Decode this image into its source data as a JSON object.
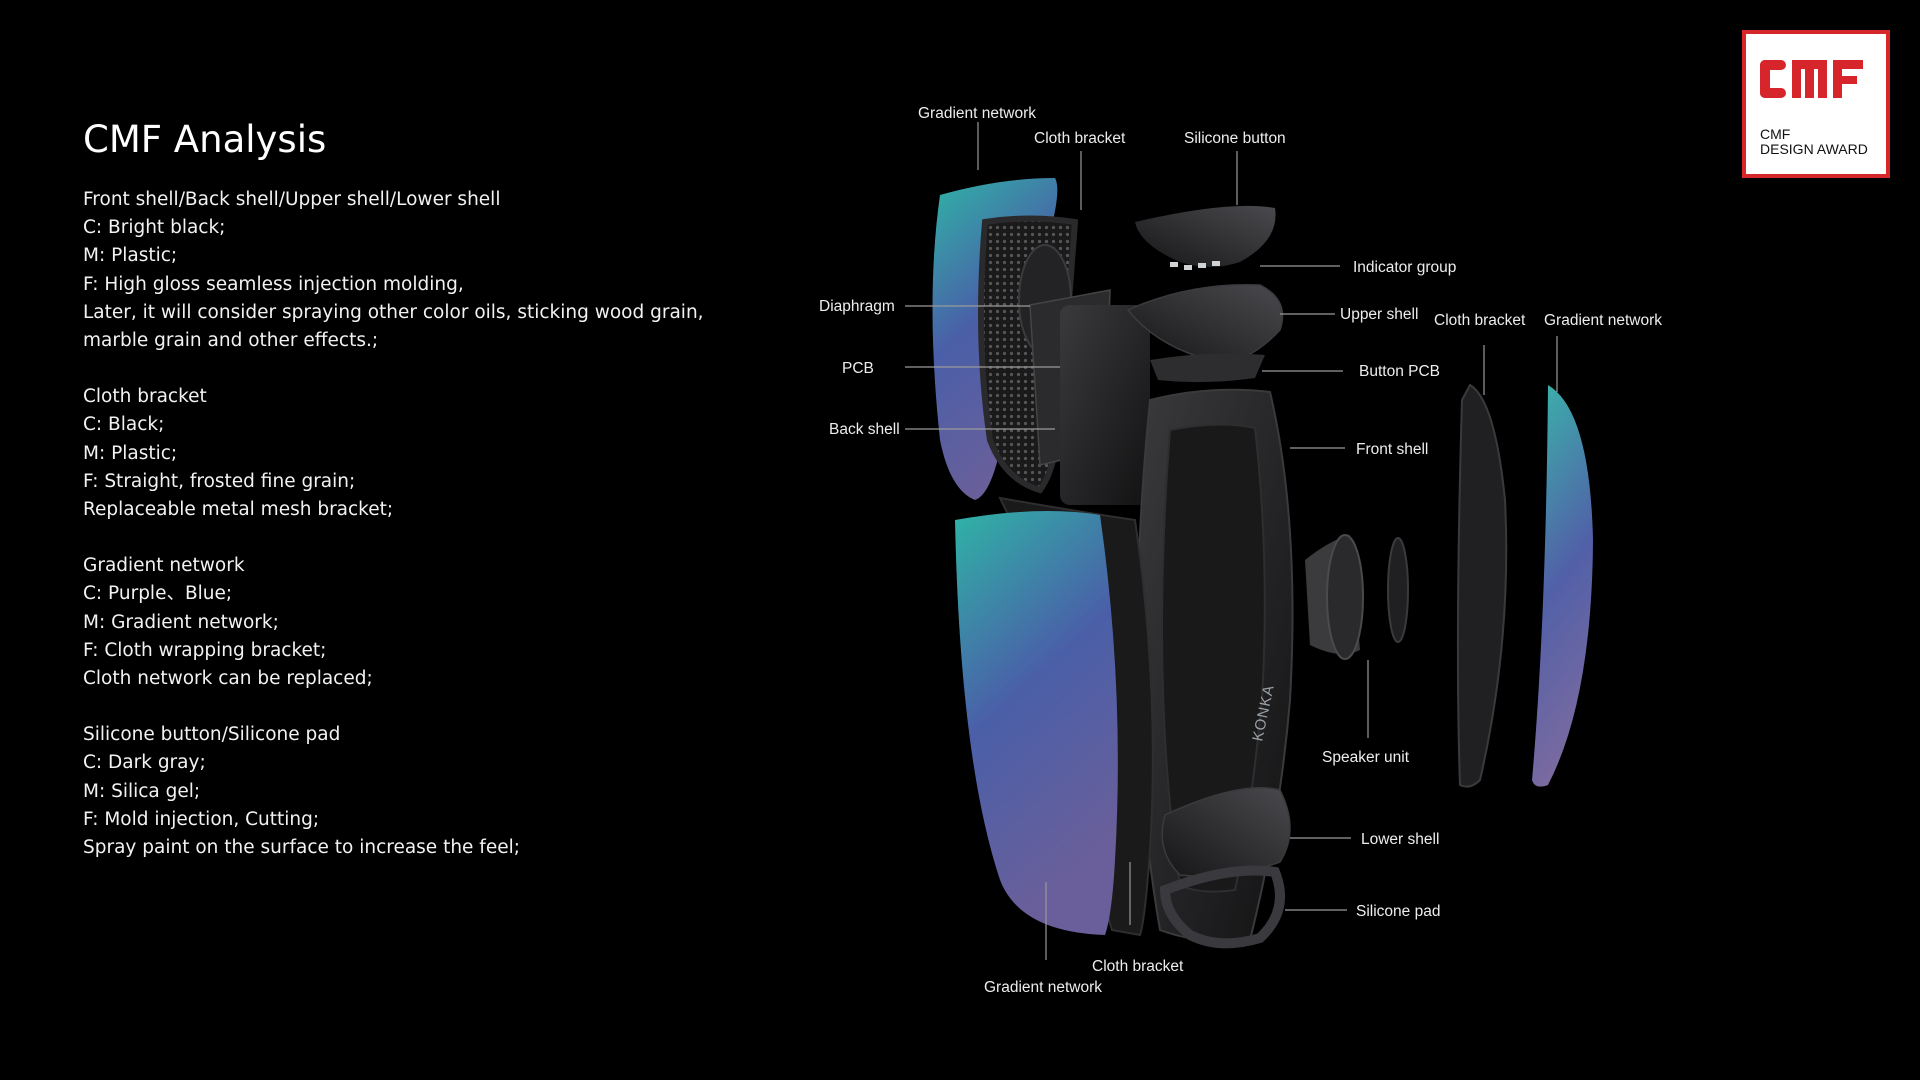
{
  "header": {
    "title": "CMF Analysis"
  },
  "sections": [
    {
      "lines": [
        "Front shell/Back shell/Upper shell/Lower shell",
        "C:  Bright black;",
        "M:  Plastic;",
        "F:  High gloss seamless injection molding,",
        "Later, it will consider spraying other color oils, sticking wood grain,",
        "marble grain and other effects.;"
      ]
    },
    {
      "lines": [
        "Cloth bracket",
        "C:  Black;",
        "M:  Plastic;",
        "F:  Straight, frosted fine grain;",
        "Replaceable metal mesh bracket;"
      ]
    },
    {
      "lines": [
        "Gradient network",
        "C:  Purple、Blue;",
        "M:  Gradient network;",
        "F:  Cloth wrapping bracket;",
        "Cloth network can be replaced;"
      ]
    },
    {
      "lines": [
        "Silicone button/Silicone pad",
        "C:  Dark gray;",
        "M:  Silica gel;",
        "F:  Mold injection, Cutting;",
        "Spray paint on the surface to increase the feel;"
      ]
    }
  ],
  "diagram": {
    "labels": {
      "gradient_network_top": "Gradient network",
      "cloth_bracket_top": "Cloth bracket",
      "silicone_button": "Silicone button",
      "indicator_group": "Indicator group",
      "diaphragm": "Diaphragm",
      "upper_shell": "Upper shell",
      "cloth_bracket_right": "Cloth bracket",
      "gradient_network_right": "Gradient network",
      "pcb": "PCB",
      "button_pcb": "Button PCB",
      "back_shell": "Back shell",
      "front_shell": "Front shell",
      "speaker_unit": "Speaker unit",
      "lower_shell": "Lower shell",
      "silicone_pad": "Silicone pad",
      "cloth_bracket_bottom": "Cloth bracket",
      "gradient_network_bottom": "Gradient network",
      "brand_mark": "KONKA"
    },
    "colors": {
      "cloth_top": "#2fb3a6",
      "cloth_mid": "#4a5fa8",
      "cloth_bottom": "#6a5f9a",
      "plastic": "#1c1c1e",
      "plastic_edge": "#3a3a3d"
    }
  },
  "award": {
    "logo_text": "CMF",
    "line1": "CMF",
    "line2": "DESIGN AWARD",
    "accent_color": "#d7262b"
  }
}
